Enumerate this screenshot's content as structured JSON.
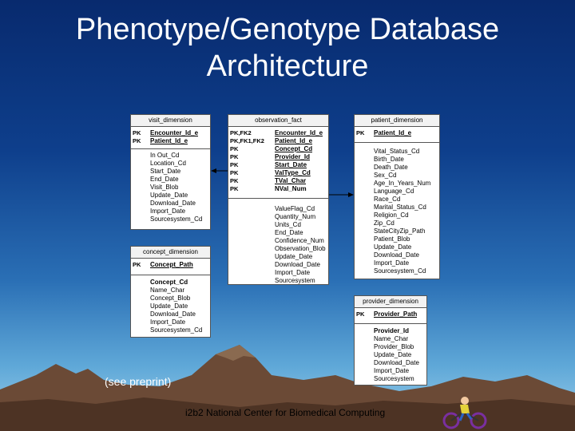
{
  "title_lines": [
    "Phenotype/Genotype Database",
    "Architecture"
  ],
  "caption": "(see preprint)",
  "footer": "i2b2 National Center for Biomedical Computing",
  "tables": {
    "visit": {
      "name": "visit_dimension",
      "pk": [
        [
          "PK",
          "Encounter_Id_e"
        ],
        [
          "PK",
          "Patient_Id_e"
        ]
      ],
      "fields": [
        "In Out_Cd",
        "Location_Cd",
        "Start_Date",
        "End_Date",
        "Visit_Blob",
        "Update_Date",
        "Download_Date",
        "Import_Date",
        "Sourcesystem_Cd"
      ]
    },
    "concept": {
      "name": "concept_dimension",
      "pk": [
        [
          "PK",
          "Concept_Path"
        ]
      ],
      "fields_bold": [
        "Concept_Cd"
      ],
      "fields": [
        "Name_Char",
        "Concept_Blob",
        "Update_Date",
        "Download_Date",
        "Import_Date",
        "Sourcesystem_Cd"
      ]
    },
    "fact": {
      "name": "observation_fact",
      "pk": [
        [
          "PK,FK2",
          "Encounter_Id_e"
        ],
        [
          "PK,FK1,FK2",
          "Patient_Id_e"
        ],
        [
          "PK",
          "Concept_Cd"
        ],
        [
          "PK",
          "Provider_Id"
        ],
        [
          "PK",
          "Start_Date"
        ],
        [
          "PK",
          "ValType_Cd"
        ],
        [
          "PK",
          "TVal_Char"
        ],
        [
          "PK",
          "NVal_Num"
        ]
      ],
      "fields": [
        "ValueFlag_Cd",
        "Quantity_Num",
        "Units_Cd",
        "End_Date",
        "Confidence_Num",
        "Observation_Blob",
        "Update_Date",
        "Download_Date",
        "Import_Date",
        "Sourcesystem"
      ]
    },
    "patient": {
      "name": "patient_dimension",
      "pk": [
        [
          "PK",
          "Patient_Id_e"
        ]
      ],
      "fields": [
        "Vital_Status_Cd",
        "Birth_Date",
        "Death_Date",
        "Sex_Cd",
        "Age_In_Years_Num",
        "Language_Cd",
        "Race_Cd",
        "Marital_Status_Cd",
        "Religion_Cd",
        "Zip_Cd",
        "StateCityZip_Path",
        "Patient_Blob",
        "Update_Date",
        "Download_Date",
        "Import_Date",
        "Sourcesystem_Cd"
      ]
    },
    "provider": {
      "name": "provider_dimension",
      "pk": [
        [
          "PK",
          "Provider_Path"
        ]
      ],
      "fields_bold": [
        "Provider_Id"
      ],
      "fields": [
        "Name_Char",
        "Provider_Blob",
        "Update_Date",
        "Download_Date",
        "Import_Date",
        "Sourcesystem"
      ]
    }
  }
}
